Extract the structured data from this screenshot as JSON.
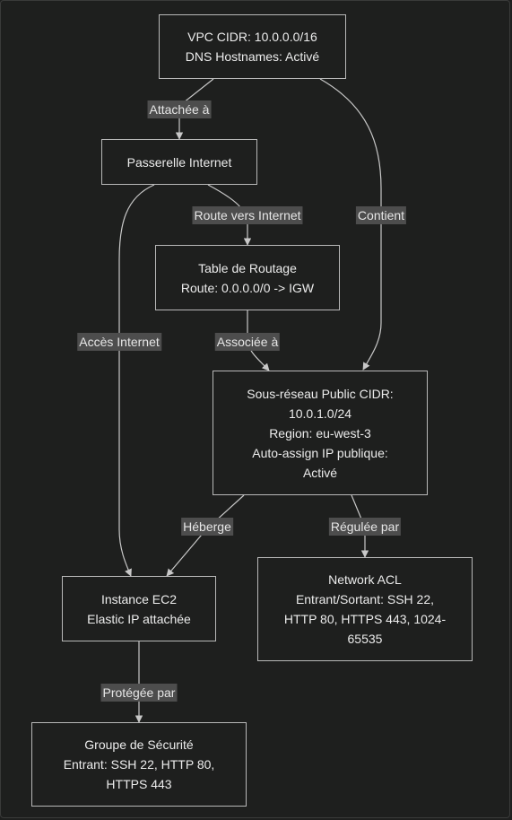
{
  "nodes": {
    "vpc": {
      "lines": [
        "VPC CIDR: 10.0.0.0/16",
        "DNS Hostnames: Activé"
      ]
    },
    "igw": {
      "lines": [
        "Passerelle Internet"
      ]
    },
    "route_table": {
      "lines": [
        "Table de Routage",
        "Route: 0.0.0.0/0 -> IGW"
      ]
    },
    "subnet": {
      "lines": [
        "Sous-réseau Public CIDR:",
        "10.0.1.0/24",
        "Region: eu-west-3",
        "Auto-assign IP publique:",
        "Activé"
      ]
    },
    "ec2": {
      "lines": [
        "Instance EC2",
        "Elastic IP attachée"
      ]
    },
    "nacl": {
      "lines": [
        "Network ACL",
        "Entrant/Sortant: SSH 22,",
        "HTTP 80, HTTPS 443, 1024-",
        "65535"
      ]
    },
    "sg": {
      "lines": [
        "Groupe de Sécurité",
        "Entrant: SSH 22, HTTP 80,",
        "HTTPS 443"
      ]
    }
  },
  "edges": {
    "vpc_igw": "Attachée à",
    "igw_route": "Route vers Internet",
    "vpc_subnet": "Contient",
    "igw_ec2": "Accès Internet",
    "route_subnet": "Associée à",
    "subnet_ec2": "Héberge",
    "subnet_nacl": "Régulée par",
    "ec2_sg": "Protégée par"
  },
  "colors": {
    "background": "#1e1f1e",
    "node_border": "#b8b8b8",
    "edge": "#c8c8c8",
    "label_bg": "#4d4d4d",
    "text": "#ececec"
  }
}
